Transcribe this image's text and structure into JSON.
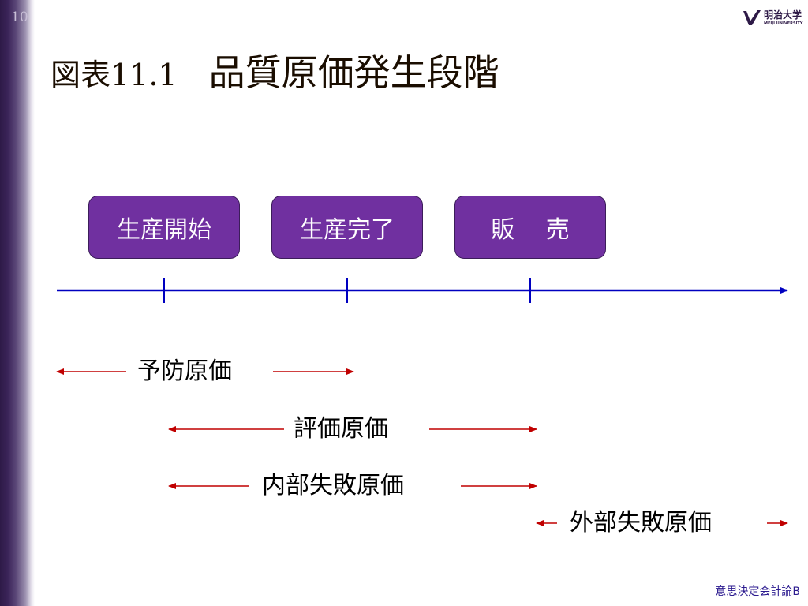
{
  "slide": {
    "page_number": "10",
    "title_prefix": "図表11.1",
    "title_main": "品質原価発生段階",
    "logo_text": "明治大学",
    "logo_subtext": "MEIJI UNIVERSITY",
    "footer": "意思決定会計論B"
  },
  "colors": {
    "stage_fill": "#7030a0",
    "timeline": "#0000c0",
    "cost_arrow": "#c00000"
  },
  "stages": [
    {
      "label": "生産開始"
    },
    {
      "label": "生産完了"
    },
    {
      "label": "販　 売"
    }
  ],
  "costs": [
    {
      "label": "予防原価"
    },
    {
      "label": "評価原価"
    },
    {
      "label": "内部失敗原価"
    },
    {
      "label": "外部失敗原価"
    }
  ]
}
